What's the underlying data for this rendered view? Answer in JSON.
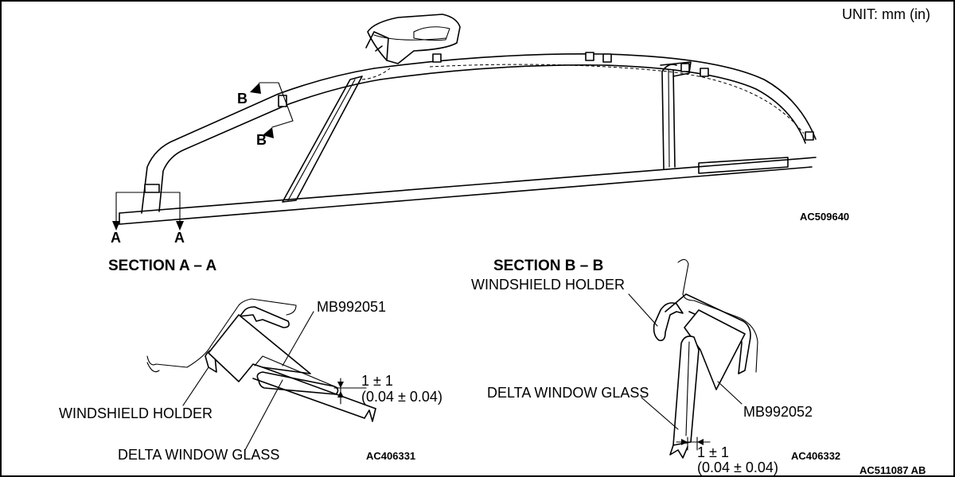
{
  "unit_label": "UNIT: mm (in)",
  "overview": {
    "figure_code": "AC509640",
    "section_a_markers": [
      "A",
      "A"
    ],
    "section_b_markers": [
      "B",
      "B"
    ]
  },
  "section_a": {
    "title": "SECTION A – A",
    "tool_label": "MB992051",
    "holder_label": "WINDSHIELD HOLDER",
    "glass_label": "DELTA WINDOW GLASS",
    "gap_metric": "1 ± 1",
    "gap_imperial": "(0.04 ± 0.04)",
    "figure_code": "AC406331"
  },
  "section_b": {
    "title": "SECTION B – B",
    "holder_label": "WINDSHIELD HOLDER",
    "glass_label": "DELTA WINDOW GLASS",
    "tool_label": "MB992052",
    "gap_metric": "1 ± 1",
    "gap_imperial": "(0.04 ± 0.04)",
    "figure_code": "AC406332"
  },
  "sheet_code": "AC511087 AB"
}
